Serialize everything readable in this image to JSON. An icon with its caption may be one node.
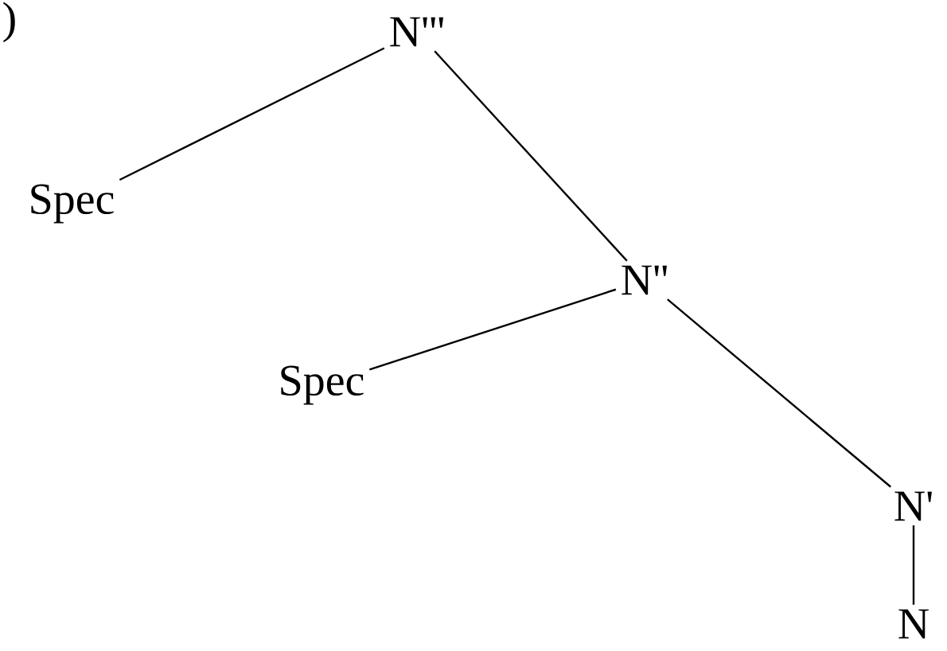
{
  "diagram": {
    "nodes": [
      {
        "text": [
          "N'''"
        ]
      },
      {
        "text": [
          "Spec"
        ]
      },
      {
        "text": [
          "N''"
        ]
      },
      {
        "text": [
          "Spec"
        ]
      },
      {
        "text": [
          "N'"
        ]
      },
      {
        "text": [
          "N"
        ]
      }
    ],
    "edges": [
      {
        "from": 0,
        "to": 1,
        "arrow": "none"
      },
      {
        "from": 0,
        "to": 2,
        "arrow": "none"
      },
      {
        "from": 2,
        "to": 3,
        "arrow": "none"
      },
      {
        "from": 2,
        "to": 4,
        "arrow": "none"
      },
      {
        "from": 4,
        "to": 5,
        "arrow": "none"
      }
    ],
    "labels": [
      ")"
    ]
  }
}
